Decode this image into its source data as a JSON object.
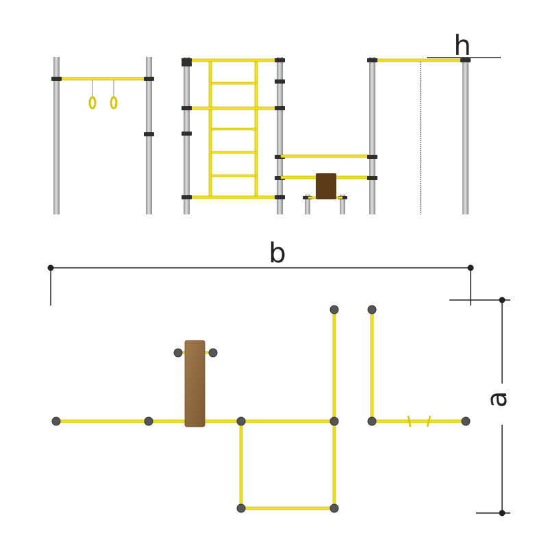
{
  "diagram": {
    "labels": {
      "height": "h",
      "width": "b",
      "depth": "a"
    },
    "colors": {
      "post": "#b8b8b8",
      "post_shade": "#8a8a8a",
      "bar": "#f2e21a",
      "bar_outline": "#b8a600",
      "clamp": "#2f2f2f",
      "bench": "#5a3a17",
      "bench_top": "#9b7447",
      "cap": "#555555",
      "dim_line": "#222222",
      "rope": "#999999"
    }
  }
}
